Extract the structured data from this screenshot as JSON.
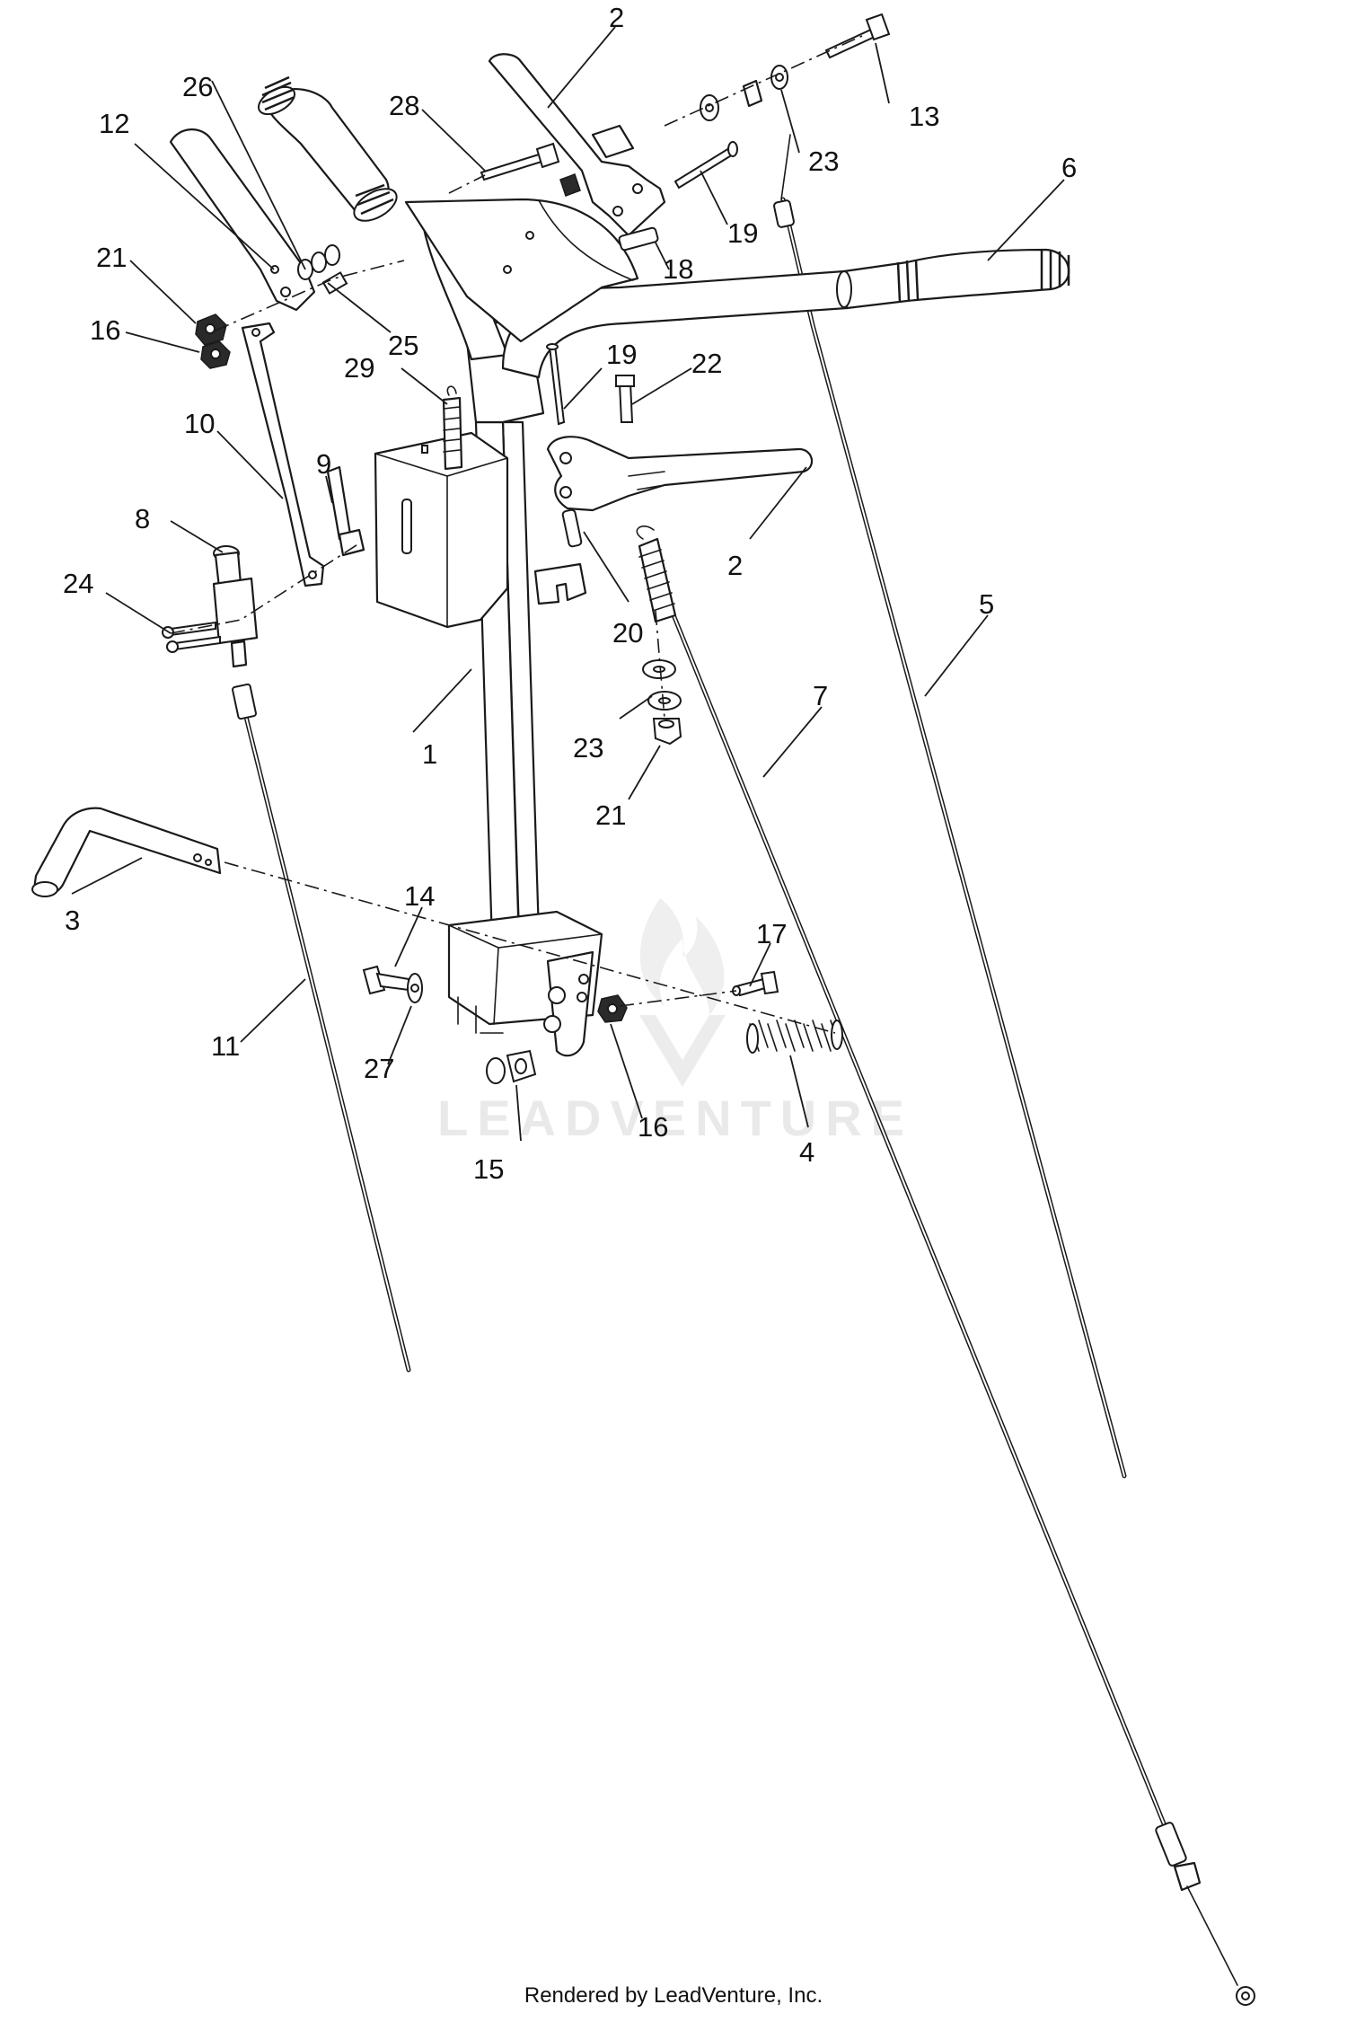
{
  "diagram": {
    "callouts": [
      {
        "id": "c1",
        "label": "1"
      },
      {
        "id": "c2a",
        "label": "2"
      },
      {
        "id": "c2b",
        "label": "2"
      },
      {
        "id": "c3",
        "label": "3"
      },
      {
        "id": "c4",
        "label": "4"
      },
      {
        "id": "c5",
        "label": "5"
      },
      {
        "id": "c6",
        "label": "6"
      },
      {
        "id": "c7",
        "label": "7"
      },
      {
        "id": "c8",
        "label": "8"
      },
      {
        "id": "c9",
        "label": "9"
      },
      {
        "id": "c10",
        "label": "10"
      },
      {
        "id": "c11",
        "label": "11"
      },
      {
        "id": "c12",
        "label": "12"
      },
      {
        "id": "c13",
        "label": "13"
      },
      {
        "id": "c14",
        "label": "14"
      },
      {
        "id": "c15",
        "label": "15"
      },
      {
        "id": "c16a",
        "label": "16"
      },
      {
        "id": "c16b",
        "label": "16"
      },
      {
        "id": "c17",
        "label": "17"
      },
      {
        "id": "c18",
        "label": "18"
      },
      {
        "id": "c19a",
        "label": "19"
      },
      {
        "id": "c19b",
        "label": "19"
      },
      {
        "id": "c20",
        "label": "20"
      },
      {
        "id": "c21a",
        "label": "21"
      },
      {
        "id": "c21b",
        "label": "21"
      },
      {
        "id": "c22",
        "label": "22"
      },
      {
        "id": "c23a",
        "label": "23"
      },
      {
        "id": "c23b",
        "label": "23"
      },
      {
        "id": "c24",
        "label": "24"
      },
      {
        "id": "c25",
        "label": "25"
      },
      {
        "id": "c26",
        "label": "26"
      },
      {
        "id": "c27",
        "label": "27"
      },
      {
        "id": "c28",
        "label": "28"
      },
      {
        "id": "c29",
        "label": "29"
      }
    ],
    "watermark": "LEADVENTURE",
    "footer": "Rendered by LeadVenture, Inc."
  }
}
